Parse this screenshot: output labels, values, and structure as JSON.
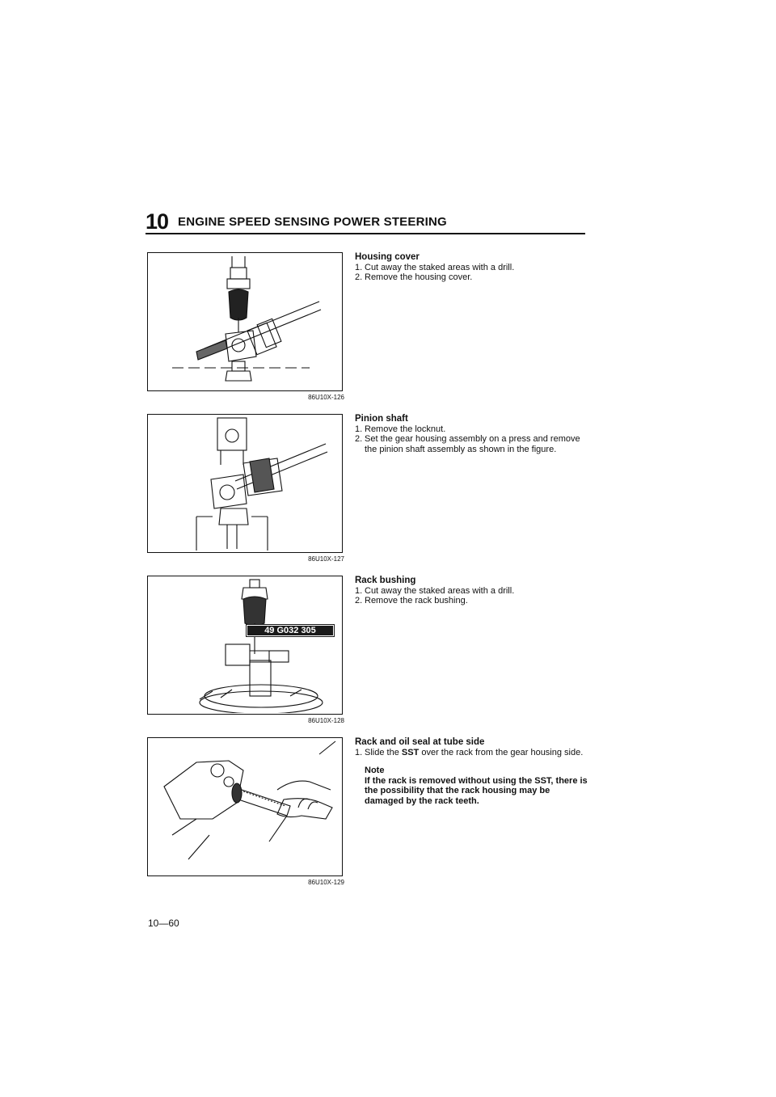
{
  "header": {
    "chapter_number": "10",
    "chapter_title": "ENGINE SPEED SENSING POWER STEERING"
  },
  "sections": [
    {
      "figure_id": "86U10X-126",
      "title": "Housing cover",
      "steps": [
        {
          "num": "1.",
          "text": "Cut away the staked areas with a drill."
        },
        {
          "num": "2.",
          "text": "Remove the housing cover."
        }
      ]
    },
    {
      "figure_id": "86U10X-127",
      "title": "Pinion shaft",
      "steps": [
        {
          "num": "1.",
          "text": "Remove the locknut."
        },
        {
          "num": "2.",
          "text": "Set the gear housing assembly on a press and remove the pinion shaft assembly as shown in the figure."
        }
      ]
    },
    {
      "figure_id": "86U10X-128",
      "title": "Rack bushing",
      "steps": [
        {
          "num": "1.",
          "text": "Cut away the staked areas with a drill."
        },
        {
          "num": "2.",
          "text": "Remove the rack bushing."
        }
      ]
    },
    {
      "figure_id": "86U10X-129",
      "title": "Rack and oil seal at tube side",
      "steps": [
        {
          "num": "1.",
          "text_before": "Slide the ",
          "text_bold": "SST",
          "text_after": " over the rack from the gear housing side."
        }
      ],
      "note_title": "Note",
      "note_text": "If the rack is removed without using the SST, there is the possibility that the rack housing may be damaged by the rack teeth.",
      "sst_part_number": "49 G032 305"
    }
  ],
  "page_number": "10—60"
}
